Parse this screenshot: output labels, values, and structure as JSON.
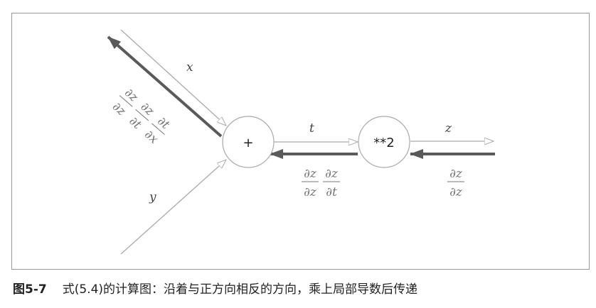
{
  "nodes": {
    "add": "+",
    "square": "**2"
  },
  "edges": {
    "x": "x",
    "y": "y",
    "t": "t",
    "z": "z"
  },
  "gradients": {
    "to_x": {
      "f1_num": "∂z",
      "f1_den": "∂z",
      "f2_num": "∂z",
      "f2_den": "∂t",
      "f3_num": "∂t",
      "f3_den": "∂x"
    },
    "to_t": {
      "f1_num": "∂z",
      "f1_den": "∂z",
      "f2_num": "∂z",
      "f2_den": "∂t"
    },
    "to_z": {
      "f1_num": "∂z",
      "f1_den": "∂z"
    }
  },
  "caption": {
    "number": "图5-7",
    "text": "式(5.4)的计算图：沿着与正方向相反的方向，乘上局部导数后传递"
  },
  "colors": {
    "forward": "#aaaaaa",
    "backward": "#5a5a5c",
    "frame": "#999999"
  }
}
